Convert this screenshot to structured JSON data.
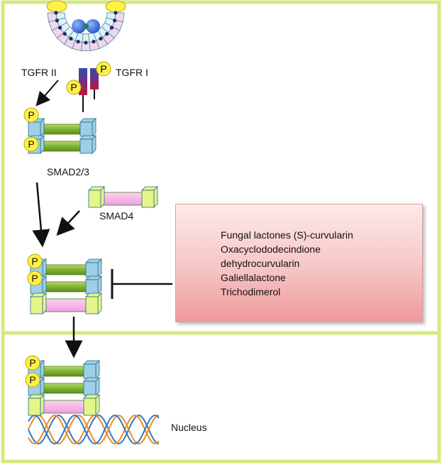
{
  "receptor": {
    "label_left": "TGFR II",
    "label_right": "TGFR I"
  },
  "phospho": {
    "label": "P"
  },
  "smad23": {
    "label": "SMAD2/3"
  },
  "smad4": {
    "label": "SMAD4"
  },
  "inhibitors": {
    "items": [
      "Fungal lactones (S)-curvularin",
      "Oxacyclododecindione",
      "dehydrocurvularin",
      "Galiellalactone",
      "Trichodimerol"
    ]
  },
  "nucleus": {
    "label": "Nucleus"
  },
  "colors": {
    "frame": "#d4ea80",
    "smad_blue": "#9dd0e6",
    "smad_green": "#8cbf3f",
    "smad4_pink": "#f7b8ec",
    "smad4_end": "#e4f58a",
    "phospho_yellow": "#fff04a",
    "receptor_blue": "#2f4faa",
    "receptor_red": "#c0143c"
  }
}
